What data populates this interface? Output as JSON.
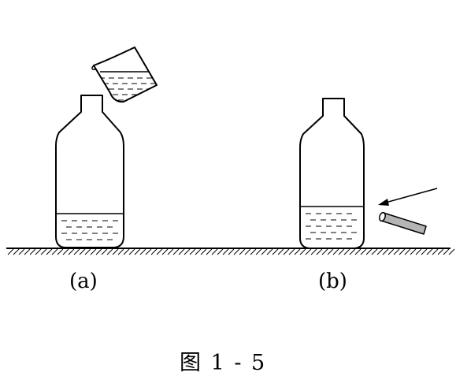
{
  "labels": {
    "a": "(a)",
    "b": "(b)"
  },
  "caption": "图 1 - 5",
  "colors": {
    "ink": "#000000",
    "paper": "#ffffff",
    "tube_fill": "#b5b5b5"
  }
}
